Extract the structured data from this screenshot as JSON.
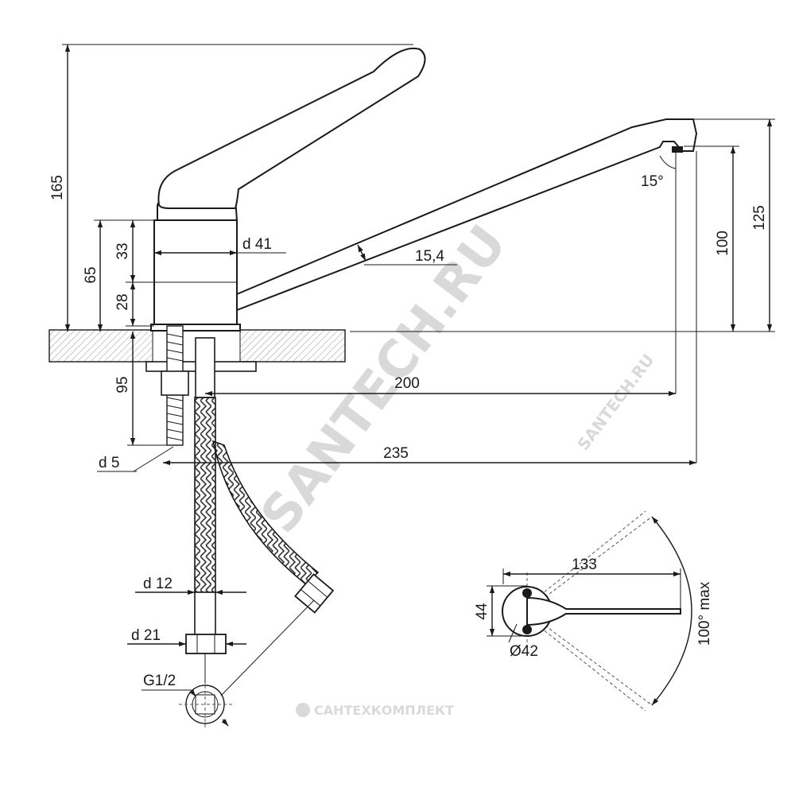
{
  "dimensions": {
    "height_total": "165",
    "body_height": "65",
    "upper_section": "33",
    "lower_section": "28",
    "body_diameter": "d 41",
    "spout_thickness": "15,4",
    "spout_angle": "15°",
    "aerator_height": "100",
    "spout_height": "125",
    "below_counter": "95",
    "stud_diameter": "d 5",
    "spout_reach": "200",
    "overall_length": "235",
    "hose_diameter": "d 12",
    "nut_diameter": "d 21",
    "thread": "G1/2",
    "handle_length": "133",
    "handle_width": "44",
    "handle_base_diameter": "Ø42",
    "handle_rotation": "100° max"
  },
  "watermarks": {
    "diagonal": "SANTECH.RU",
    "small": "SANTECH.RU",
    "brand": "САНТЕХКОМПЛЕКТ"
  }
}
